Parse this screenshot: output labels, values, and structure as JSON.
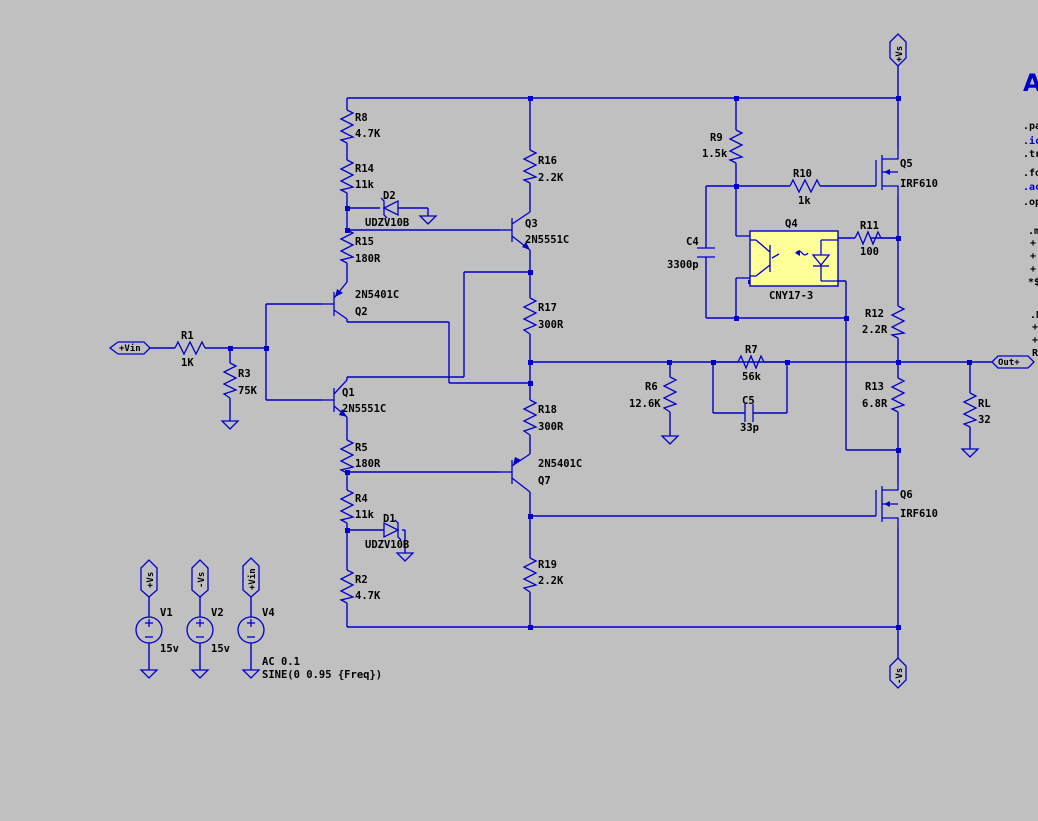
{
  "colors": {
    "background": "#c0c0c0",
    "wire": "#0000cc",
    "text": "#000000",
    "optocoupler_fill": "#ffff99",
    "directive_blue": "#0000cc"
  },
  "flags": {
    "vs_plus": "+Vs",
    "vs_minus": "-Vs",
    "vin": "+Vin",
    "out": "Out+"
  },
  "resistors": {
    "r8": {
      "ref": "R8",
      "value": "4.7K"
    },
    "r14": {
      "ref": "R14",
      "value": "11k"
    },
    "r15": {
      "ref": "R15",
      "value": "180R"
    },
    "r5": {
      "ref": "R5",
      "value": "180R"
    },
    "r4": {
      "ref": "R4",
      "value": "11k"
    },
    "r2": {
      "ref": "R2",
      "value": "4.7K"
    },
    "r1": {
      "ref": "R1",
      "value": "1K"
    },
    "r3": {
      "ref": "R3",
      "value": "75K"
    },
    "r16": {
      "ref": "R16",
      "value": "2.2K"
    },
    "r17": {
      "ref": "R17",
      "value": "300R"
    },
    "r18": {
      "ref": "R18",
      "value": "300R"
    },
    "r19": {
      "ref": "R19",
      "value": "2.2K"
    },
    "r9": {
      "ref": "R9",
      "value": "1.5k"
    },
    "r10": {
      "ref": "R10",
      "value": "1k"
    },
    "r11": {
      "ref": "R11",
      "value": "100"
    },
    "r12": {
      "ref": "R12",
      "value": "2.2R"
    },
    "r13": {
      "ref": "R13",
      "value": "6.8R"
    },
    "r6": {
      "ref": "R6",
      "value": "12.6K"
    },
    "r7": {
      "ref": "R7",
      "value": "56k"
    },
    "rl": {
      "ref": "RL",
      "value": "32"
    }
  },
  "capacitors": {
    "c4": {
      "ref": "C4",
      "value": "3300p"
    },
    "c5": {
      "ref": "C5",
      "value": "33p"
    }
  },
  "diodes": {
    "d2": {
      "ref": "D2",
      "value": "UDZV10B"
    },
    "d1": {
      "ref": "D1",
      "value": "UDZV10B"
    }
  },
  "transistors": {
    "q1": {
      "ref": "Q1",
      "value": "2N5551C"
    },
    "q2": {
      "ref": "Q2",
      "value": "2N5401C"
    },
    "q3": {
      "ref": "Q3",
      "value": "2N5551C"
    },
    "q7": {
      "ref": "Q7",
      "value": "2N5401C"
    },
    "q5": {
      "ref": "Q5",
      "value": "IRF610"
    },
    "q6": {
      "ref": "Q6",
      "value": "IRF610"
    }
  },
  "optocoupler": {
    "ref": "Q4",
    "value": "CNY17-3"
  },
  "sources": {
    "v1": {
      "ref": "V1",
      "value": "15v",
      "flag": "+Vs"
    },
    "v2": {
      "ref": "V2",
      "value": "15v",
      "flag": "-Vs"
    },
    "v4": {
      "ref": "V4",
      "flag": "+Vin",
      "ac": "AC 0.1",
      "sine": "SINE(0 0.95 {Freq})"
    }
  },
  "directives_cut": {
    "title_fragment": "A",
    "lines": [
      {
        "text": ".pa",
        "color": "#000000"
      },
      {
        "text": ".ic",
        "color": "#0000cc"
      },
      {
        "text": ".tr",
        "color": "#000000"
      },
      {
        "text": ".fo",
        "color": "#000000"
      },
      {
        "text": ".ac",
        "color": "#0000cc"
      },
      {
        "text": ".op",
        "color": "#000000"
      },
      {
        "text": ".m",
        "color": "#000000"
      },
      {
        "text": "+",
        "color": "#000000"
      },
      {
        "text": "+",
        "color": "#000000"
      },
      {
        "text": "+",
        "color": "#000000"
      },
      {
        "text": "*$",
        "color": "#000000"
      },
      {
        "text": ".N",
        "color": "#000000"
      },
      {
        "text": "+",
        "color": "#000000"
      },
      {
        "text": "+",
        "color": "#000000"
      },
      {
        "text": "R",
        "color": "#000000"
      }
    ]
  }
}
